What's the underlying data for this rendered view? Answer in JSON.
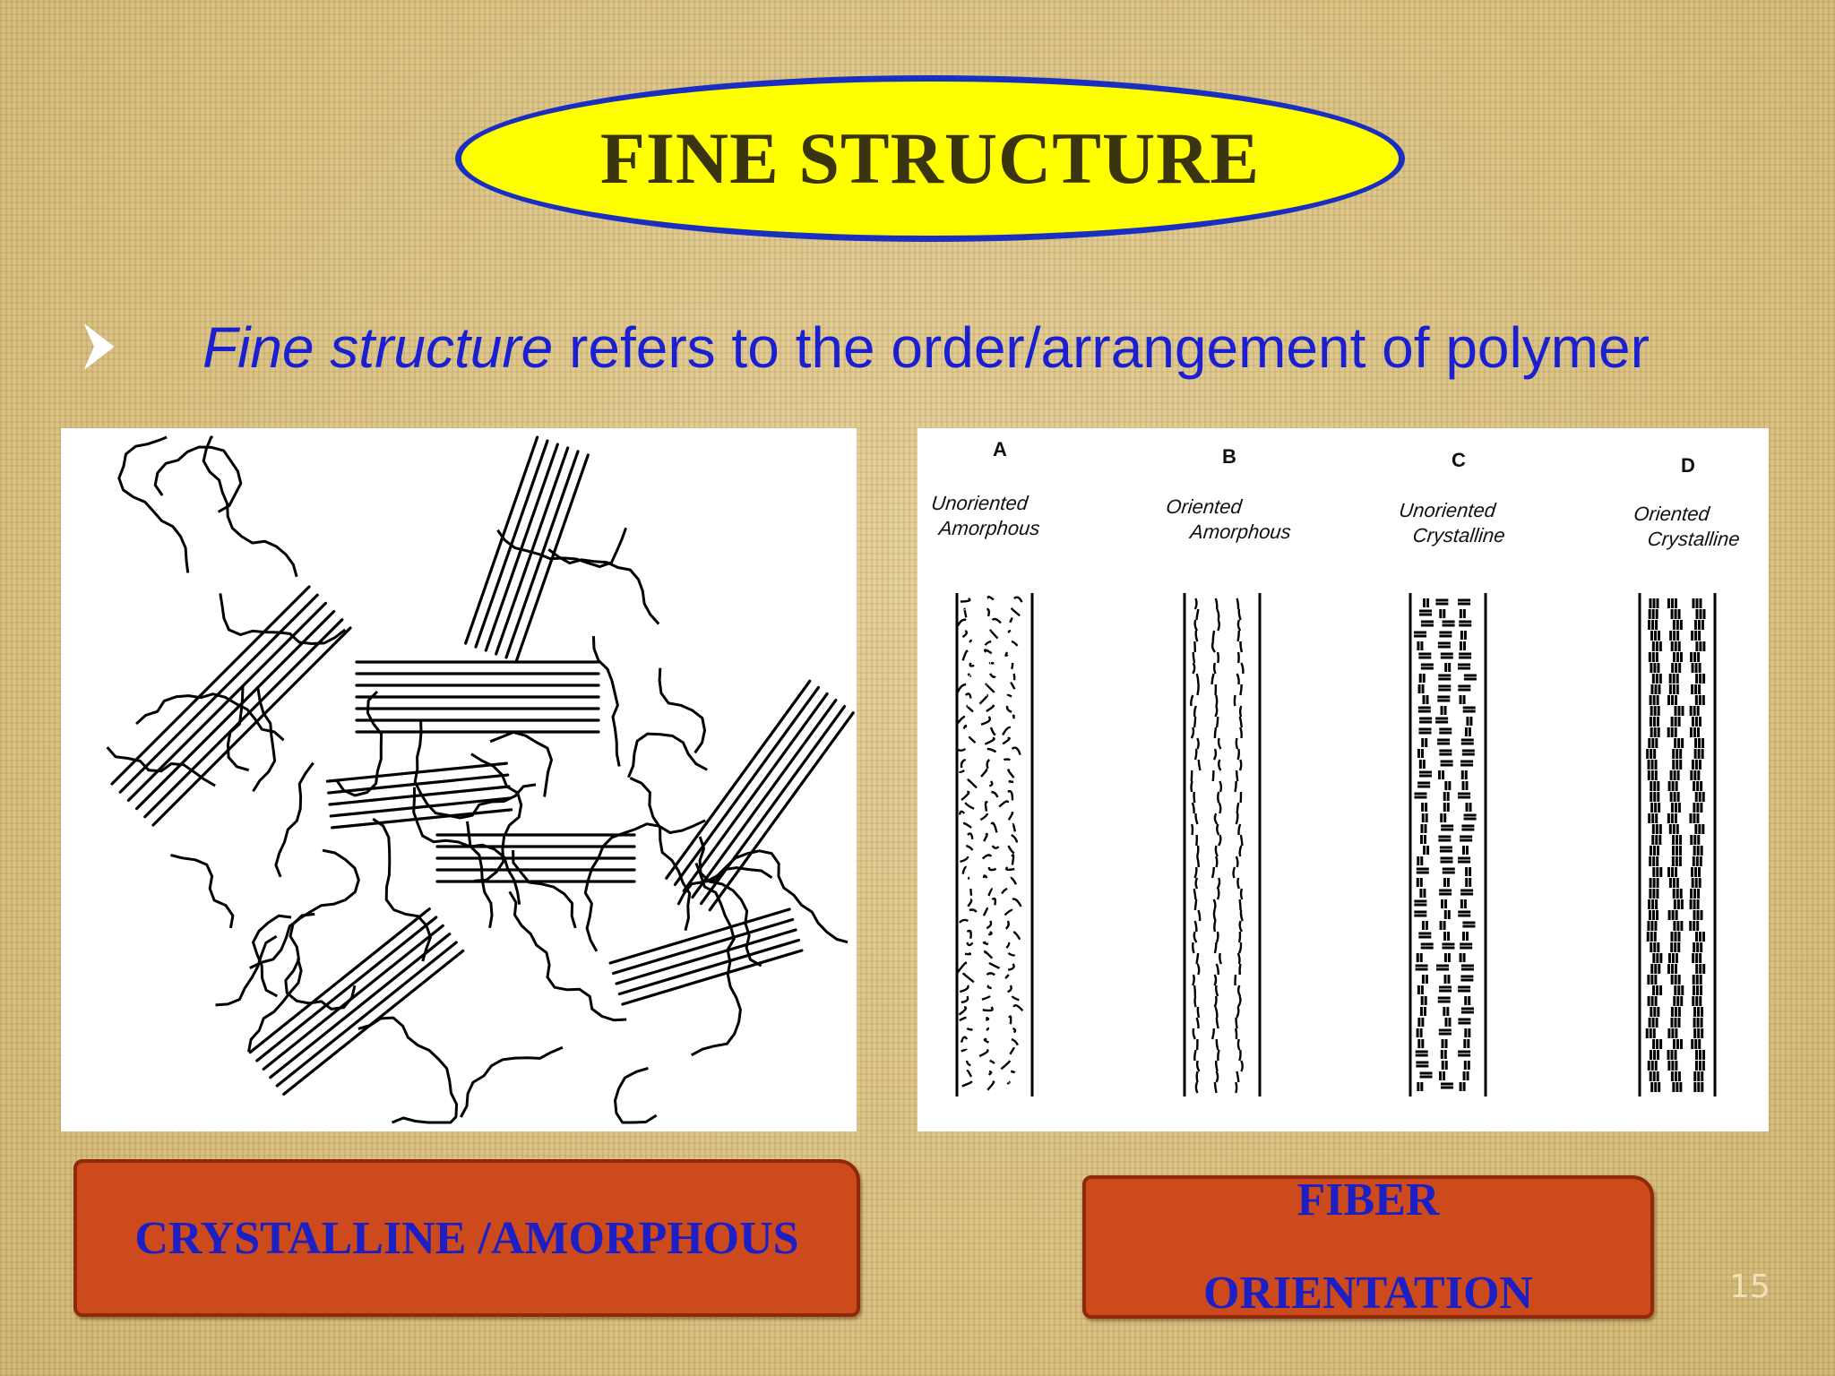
{
  "title": "FINE STRUCTURE",
  "bullet": {
    "italic": "Fine structure",
    "rest": " refers to the order/arrangement of polymer"
  },
  "figure_right": {
    "columns": [
      {
        "letter": "A",
        "caption": "Unoriented\n  Amorphous"
      },
      {
        "letter": "B",
        "caption": "Oriented\n     Amorphous"
      },
      {
        "letter": "C",
        "caption": "Unoriented\n   Crystalline"
      },
      {
        "letter": "D",
        "caption": "Oriented\n   Crystalline"
      }
    ]
  },
  "labels": {
    "left": "CRYSTALLINE /AMORPHOUS",
    "right_line1": "FIBER",
    "right_line2": "ORIENTATION"
  },
  "slide_number": "15",
  "colors": {
    "title_fill": "#ffff00",
    "title_border": "#1a2fc0",
    "bullet_text": "#1a1fd0",
    "label_fill": "#cc4a1c",
    "label_text": "#1b1fc4"
  }
}
